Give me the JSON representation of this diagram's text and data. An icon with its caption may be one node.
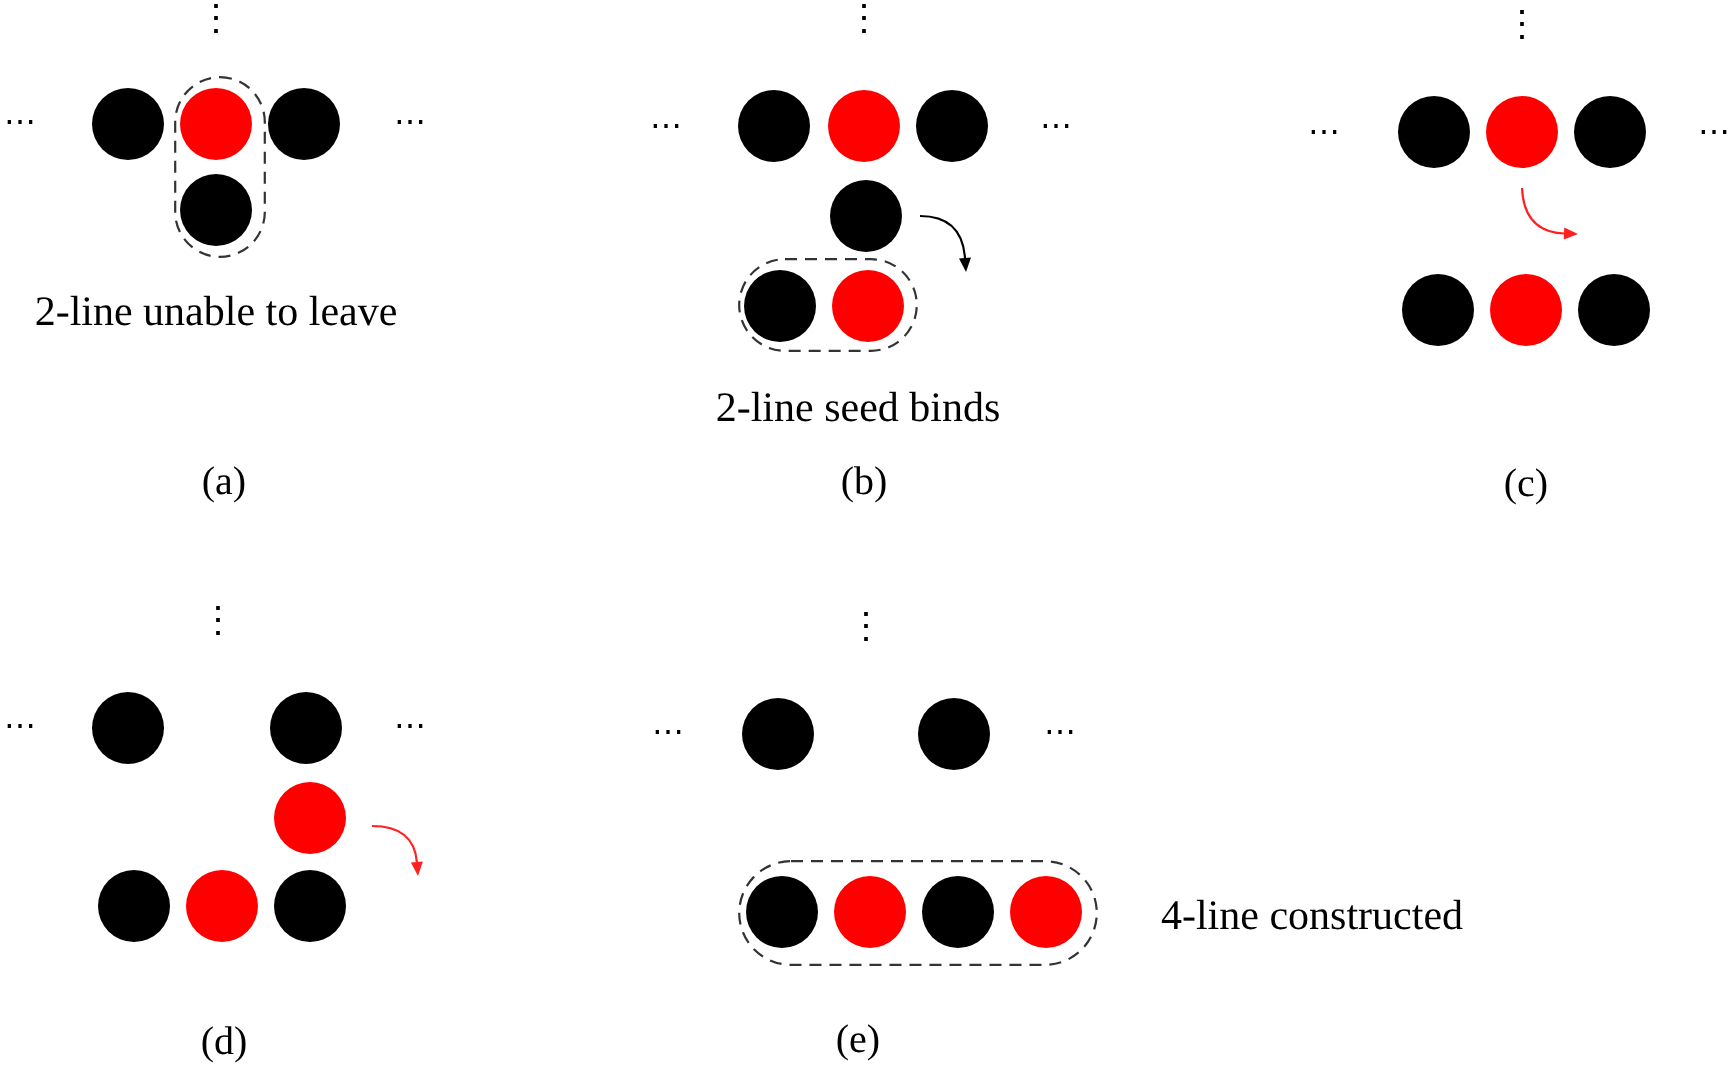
{
  "diagram": {
    "nodes": [
      {
        "text": [],
        "shape": "circle"
      },
      {
        "text": [],
        "shape": "oval"
      },
      {
        "text": [],
        "shape": "circle",
        "in": 1
      },
      {
        "text": [],
        "shape": "circle"
      },
      {
        "text": [],
        "shape": "circle",
        "in": 1
      },
      {
        "text": [],
        "shape": "circle"
      },
      {
        "text": [],
        "shape": "circle"
      },
      {
        "text": [],
        "shape": "circle"
      },
      {
        "text": [],
        "shape": "circle"
      },
      {
        "text": [],
        "shape": "oval"
      },
      {
        "text": [],
        "shape": "circle",
        "in": 9
      },
      {
        "text": [],
        "shape": "circle",
        "in": 9
      },
      {
        "text": [],
        "shape": "circle"
      },
      {
        "text": [],
        "shape": "circle"
      },
      {
        "text": [],
        "shape": "circle"
      },
      {
        "text": [],
        "shape": "circle"
      },
      {
        "text": [],
        "shape": "circle"
      },
      {
        "text": [],
        "shape": "circle"
      },
      {
        "text": [],
        "shape": "circle"
      },
      {
        "text": [],
        "shape": "circle"
      },
      {
        "text": [],
        "shape": "circle"
      },
      {
        "text": [],
        "shape": "circle"
      },
      {
        "text": [],
        "shape": "circle"
      },
      {
        "text": [],
        "shape": "circle"
      },
      {
        "text": [],
        "shape": "circle"
      },
      {
        "text": [],
        "shape": "circle"
      },
      {
        "text": [],
        "shape": "oval"
      },
      {
        "text": [],
        "shape": "circle",
        "in": 26
      },
      {
        "text": [],
        "shape": "circle",
        "in": 26
      },
      {
        "text": [],
        "shape": "circle",
        "in": 26
      },
      {
        "text": [],
        "shape": "circle",
        "in": 26
      }
    ],
    "labels": [
      "⋮",
      "⋯",
      "⋯",
      "2-line unable to leave",
      "(a)",
      "⋮",
      "⋯",
      "⋯",
      "2-line seed binds",
      "(b)",
      "⋮",
      "⋯",
      "⋯",
      "(c)",
      "⋮",
      "⋯",
      "⋯",
      "(d)",
      "⋮",
      "⋯",
      "⋯",
      "4-line constructed",
      "(e)"
    ]
  }
}
